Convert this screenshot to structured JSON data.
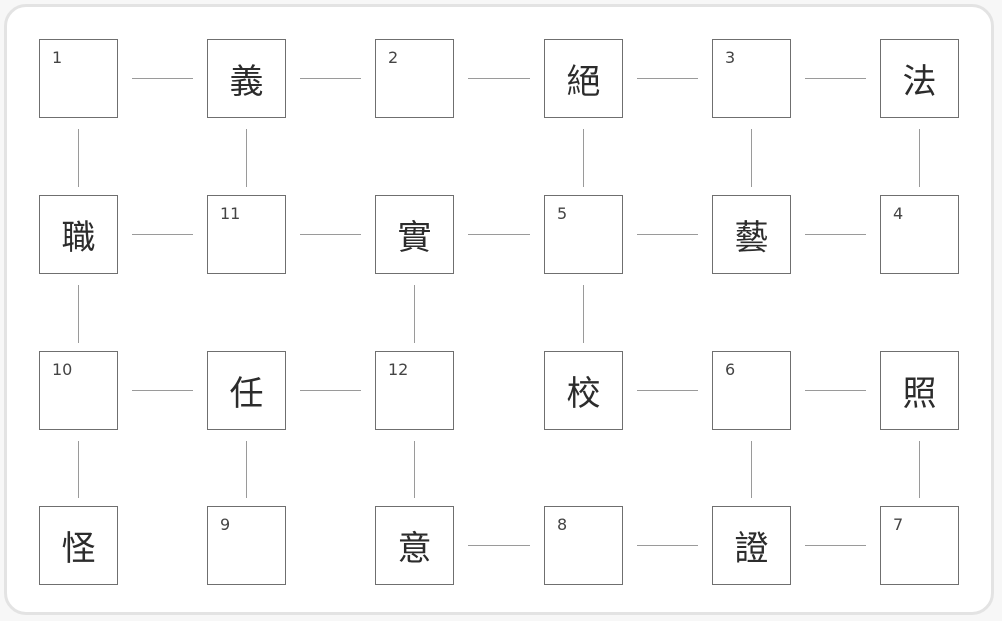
{
  "puzzle": {
    "colors": {
      "border": "#6f6f6f",
      "line": "#9a9a9a",
      "frame": "#e3e3e3"
    },
    "rows": [
      [
        {
          "number": "1",
          "char": ""
        },
        {
          "number": "",
          "char": "義"
        },
        {
          "number": "2",
          "char": ""
        },
        {
          "number": "",
          "char": "絕"
        },
        {
          "number": "3",
          "char": ""
        },
        {
          "number": "",
          "char": "法"
        }
      ],
      [
        {
          "number": "",
          "char": "職"
        },
        {
          "number": "11",
          "char": ""
        },
        {
          "number": "",
          "char": "實"
        },
        {
          "number": "5",
          "char": ""
        },
        {
          "number": "",
          "char": "藝"
        },
        {
          "number": "4",
          "char": ""
        }
      ],
      [
        {
          "number": "10",
          "char": ""
        },
        {
          "number": "",
          "char": "任"
        },
        {
          "number": "12",
          "char": ""
        },
        {
          "number": "",
          "char": "校"
        },
        {
          "number": "6",
          "char": ""
        },
        {
          "number": "",
          "char": "照"
        }
      ],
      [
        {
          "number": "",
          "char": "怪"
        },
        {
          "number": "9",
          "char": ""
        },
        {
          "number": "",
          "char": "意"
        },
        {
          "number": "8",
          "char": ""
        },
        {
          "number": "",
          "char": "證"
        },
        {
          "number": "7",
          "char": ""
        }
      ]
    ],
    "h_links": [
      [
        true,
        true,
        true,
        true,
        true
      ],
      [
        true,
        true,
        true,
        true,
        true
      ],
      [
        true,
        true,
        false,
        true,
        true
      ],
      [
        false,
        false,
        true,
        true,
        true
      ]
    ],
    "v_links": [
      [
        true,
        true,
        false,
        true,
        true,
        true
      ],
      [
        true,
        false,
        true,
        true,
        false,
        false
      ],
      [
        true,
        true,
        true,
        false,
        true,
        true
      ]
    ]
  }
}
